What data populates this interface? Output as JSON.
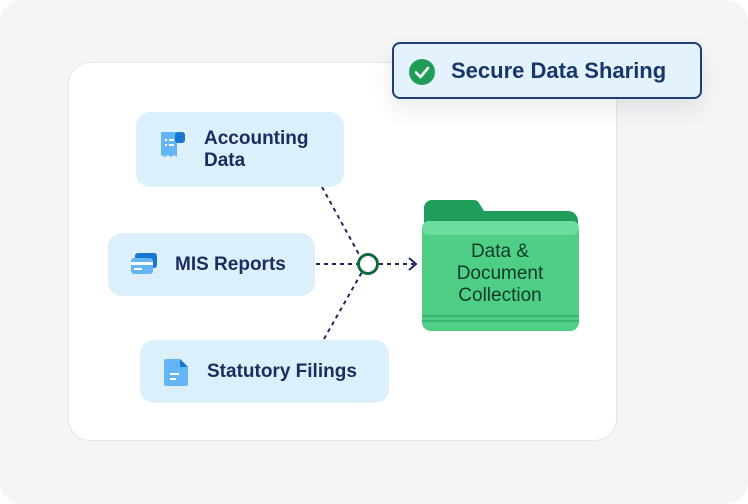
{
  "sources": [
    {
      "id": "accounting",
      "label_line1": "Accounting",
      "label_line2": "Data",
      "icon": "receipt-icon"
    },
    {
      "id": "mis",
      "label": "MIS Reports",
      "icon": "cards-icon"
    },
    {
      "id": "statutory",
      "label": "Statutory Filings",
      "icon": "document-icon"
    }
  ],
  "destination": {
    "line1": "Data &",
    "line2": "Document",
    "line3": "Collection",
    "icon": "folder-icon"
  },
  "badge": {
    "label": "Secure Data Sharing",
    "icon": "check-circle-icon"
  },
  "colors": {
    "pill_bg": "#dcf0fb",
    "pill_text": "#1d2b5e",
    "connector": "#1d2b5e",
    "junction_ring": "#0f6b3a",
    "folder_green": "#4fcf86",
    "badge_border": "#1d3f73",
    "badge_bg": "#e3f2fd",
    "check_green": "#1f9d55"
  }
}
